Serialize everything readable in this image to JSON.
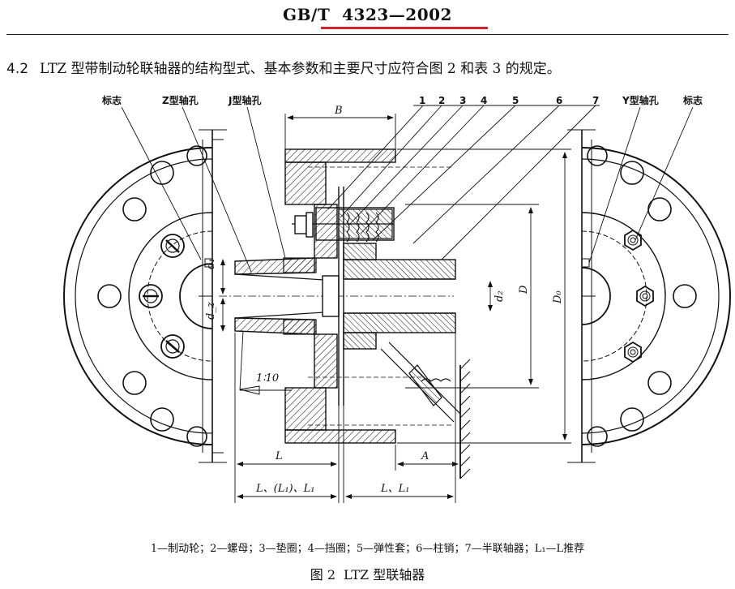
{
  "header": {
    "standard": "GB/T",
    "number": "4323—2002"
  },
  "section": {
    "number": "4.2",
    "text": "LTZ 型带制动轮联轴器的结构型式、基本参数和主要尺寸应符合图 2 和表 3 的规定。"
  },
  "figure": {
    "labels": {
      "mark_left": "标志",
      "z_bore": "Z型轴孔",
      "j_bore": "J型轴孔",
      "y_bore": "Y型轴孔",
      "mark_right": "标志",
      "dim_B": "B",
      "part_1": "1",
      "part_2": "2",
      "part_3": "3",
      "part_4": "4",
      "part_5": "5",
      "part_6": "6",
      "part_7": "7",
      "d1": "d₁",
      "dz": "d_z",
      "d2": "d₂",
      "D": "D",
      "D0": "D₀",
      "taper": "1∶10",
      "L": "L",
      "A": "A",
      "L_left": "L、(L₁)、L₁",
      "L_right": "L、L₁"
    },
    "legend": "1—制动轮；2—螺母；3—垫圈；4—挡圈；5—弹性套；6—柱销；7—半联轴器；L₁—L推荐",
    "caption_no": "图 2",
    "caption_title": "LTZ 型联轴器"
  }
}
